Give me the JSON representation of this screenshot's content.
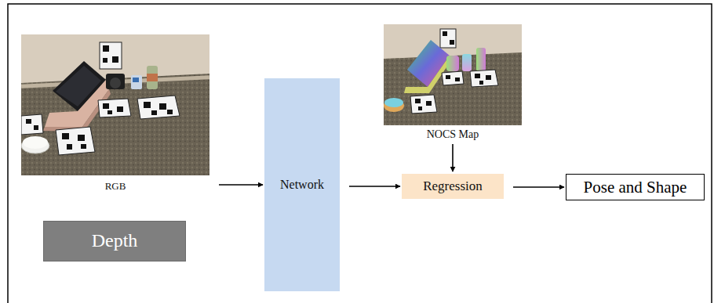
{
  "diagram": {
    "nodes": [
      {
        "text": [
          "RGB"
        ]
      },
      {
        "text": [
          "Depth"
        ]
      },
      {
        "text": [
          "Network"
        ]
      },
      {
        "text": [
          "NOCS Map"
        ]
      },
      {
        "text": [
          "Regression"
        ]
      },
      {
        "text": [
          "Pose and Shape"
        ]
      }
    ],
    "edges": [
      {
        "from": 0,
        "to": 2,
        "arrow": "to"
      },
      {
        "from": 2,
        "to": 4,
        "arrow": "to"
      },
      {
        "from": 3,
        "to": 4,
        "arrow": "to"
      },
      {
        "from": 4,
        "to": 5,
        "arrow": "to"
      }
    ]
  }
}
